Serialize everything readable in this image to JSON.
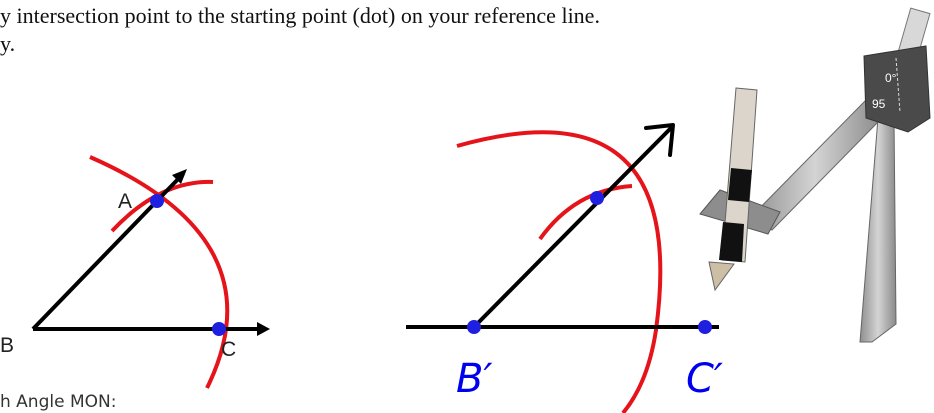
{
  "instructions": {
    "line1": "y intersection point to the starting point (dot) on your reference line.",
    "line2": "y."
  },
  "figure_left": {
    "labels": {
      "a": "A",
      "b": "B",
      "c": "C"
    }
  },
  "figure_right": {
    "labels": {
      "b_prime": "B′",
      "c_prime": "C′"
    }
  },
  "compass": {
    "angle_readout": "0°",
    "radius_readout": "95"
  },
  "footer": {
    "caption": "h Angle MON:"
  },
  "colors": {
    "arc": "#e5141a",
    "point": "#1f1fe0",
    "line": "#000000",
    "handwriting": "#0000ee"
  }
}
